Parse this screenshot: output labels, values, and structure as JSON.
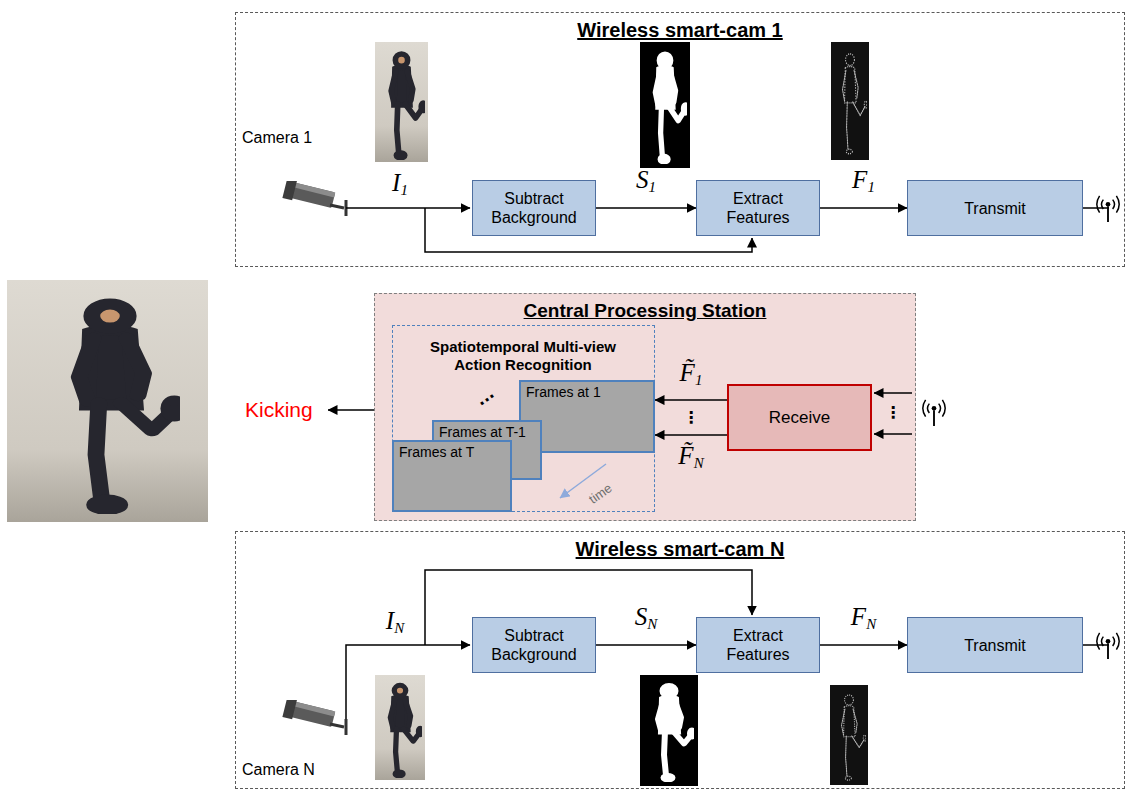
{
  "diagram": {
    "nodes": [
      {
        "text": [
          "Wireless smart-cam 1"
        ]
      },
      {
        "text": [
          "Subtract Background"
        ],
        "in": 0
      },
      {
        "text": [
          "Extract Features"
        ],
        "in": 0
      },
      {
        "text": [
          "Transmit"
        ],
        "in": 0
      },
      {
        "text": [
          "Central Processing Station"
        ]
      },
      {
        "text": [
          "Spatiotemporal Multi-view Action Recognition"
        ],
        "in": 4
      },
      {
        "text": [
          "Frames at 1"
        ],
        "in": 5
      },
      {
        "text": [
          "Frames at T-1"
        ],
        "in": 5
      },
      {
        "text": [
          "Frames at T"
        ],
        "in": 5
      },
      {
        "text": [
          "Receive"
        ],
        "in": 4
      },
      {
        "text": [
          "Wireless smart-cam N"
        ]
      },
      {
        "text": [
          "Subtract Background"
        ],
        "in": 10
      },
      {
        "text": [
          "Extract Features"
        ],
        "in": 10
      },
      {
        "text": [
          "Transmit"
        ],
        "in": 10
      }
    ],
    "edges": [
      {
        "from": 1,
        "to": 2,
        "label": "S1",
        "arrow": "to"
      },
      {
        "from": 2,
        "to": 3,
        "label": "F1",
        "arrow": "to"
      },
      {
        "from": 9,
        "to": 6,
        "label": "F̃1",
        "arrow": "to"
      },
      {
        "from": 9,
        "to": 5,
        "label": "F̃N",
        "arrow": "to"
      },
      {
        "from": 11,
        "to": 12,
        "label": "SN",
        "arrow": "to"
      },
      {
        "from": 12,
        "to": 13,
        "label": "FN",
        "arrow": "to"
      }
    ],
    "labels": [
      "Camera 1",
      "I1",
      "Kicking",
      "⋮",
      "⋮",
      "...",
      "time",
      "Camera N",
      "IN"
    ]
  }
}
